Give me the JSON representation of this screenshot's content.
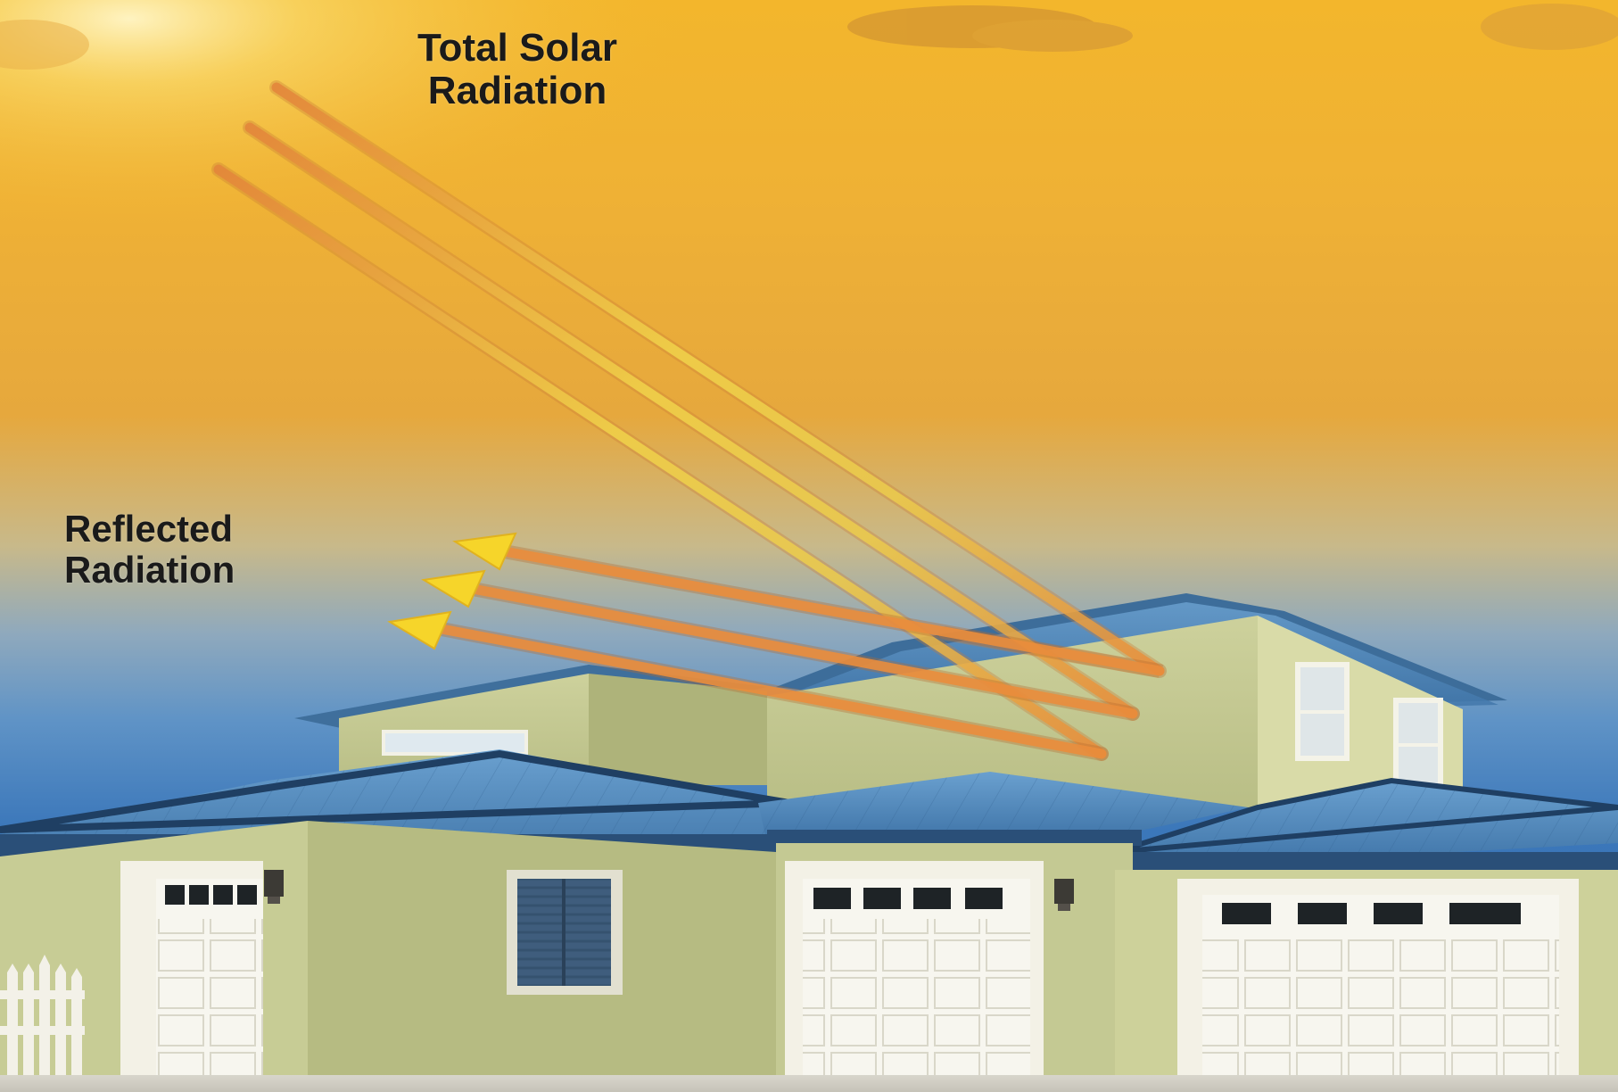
{
  "labels": {
    "total_solar_line1": "Total Solar",
    "total_solar_line2": "Radiation",
    "reflected_line1": "Reflected",
    "reflected_line2": "Radiation"
  },
  "icons": {
    "incoming_rays": "sun-ray-arrow",
    "reflected_rays": "reflected-ray-arrow",
    "house": "house-illustration",
    "sun": "sun-icon"
  },
  "colors": {
    "sky_top": "#f5c12f",
    "sky_mid": "#e9a638",
    "sky_blue": "#5f98c9",
    "sky_blue_deep": "#2d6bb2",
    "ray_orange": "#e88b3a",
    "ray_yellow": "#f2dc4a",
    "arrow_yellow": "#f6d52a",
    "roof_blue": "#4b86ba",
    "wall_green": "#c7cc96",
    "garage_white": "#f2f1e8"
  }
}
